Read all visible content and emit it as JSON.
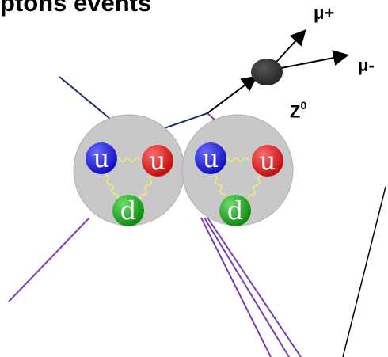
{
  "title": "ptons events",
  "labels": {
    "mu_plus": "μ+",
    "mu_minus": "μ-",
    "boson": "Z",
    "boson_sup": "0"
  },
  "proton_left": {
    "quarks": [
      {
        "flavor": "u",
        "color": "#1b1bd6"
      },
      {
        "flavor": "u",
        "color": "#d61b1b"
      },
      {
        "flavor": "d",
        "color": "#19a219"
      }
    ]
  },
  "proton_right": {
    "quarks": [
      {
        "flavor": "u",
        "color": "#1b1bd6"
      },
      {
        "flavor": "u",
        "color": "#d61b1b"
      },
      {
        "flavor": "d",
        "color": "#19a219"
      }
    ]
  },
  "colors": {
    "proton": "#c8c8c8",
    "incoming_quark_line": "#1f2f6a",
    "remnant_line": "#7a3fb0",
    "gluon": "#e6e68a",
    "muon_arrow": "#000000",
    "boson_blob": "#333333"
  }
}
